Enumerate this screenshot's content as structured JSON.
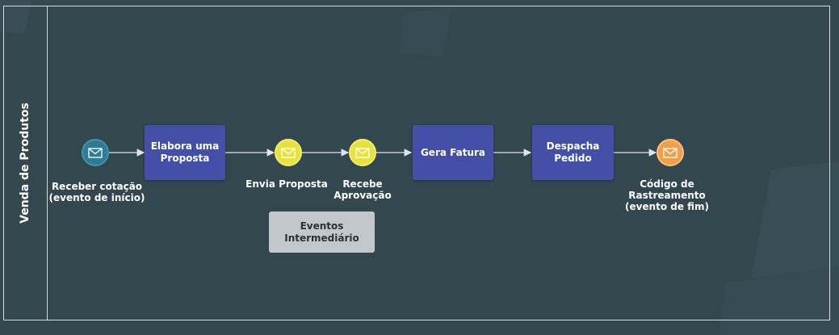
{
  "lane": {
    "label": "Venda de Produtos"
  },
  "events": {
    "start": {
      "label": "Receber cotação\n(evento de início)",
      "icon": "envelope-icon"
    },
    "send_proposal": {
      "label": "Envia Proposta",
      "icon": "envelope-icon"
    },
    "receive_approval": {
      "label": "Recebe\nAprovação",
      "icon": "envelope-icon"
    },
    "end": {
      "label": "Código de\nRastreamento\n(evento de fim)",
      "icon": "envelope-icon"
    }
  },
  "tasks": {
    "proposal": "Elabora uma\nProposta",
    "invoice": "Gera Fatura",
    "dispatch": "Despacha\nPedido"
  },
  "legend": {
    "label": "Eventos\nIntermediário"
  },
  "colors": {
    "background": "#33474f",
    "task": "#4450a8",
    "start_event": "#2e7b95",
    "intermediate_event": "#e8e23e",
    "end_event": "#f0a04a",
    "legend": "#c3c6cb",
    "flow": "#dfe6e9"
  }
}
